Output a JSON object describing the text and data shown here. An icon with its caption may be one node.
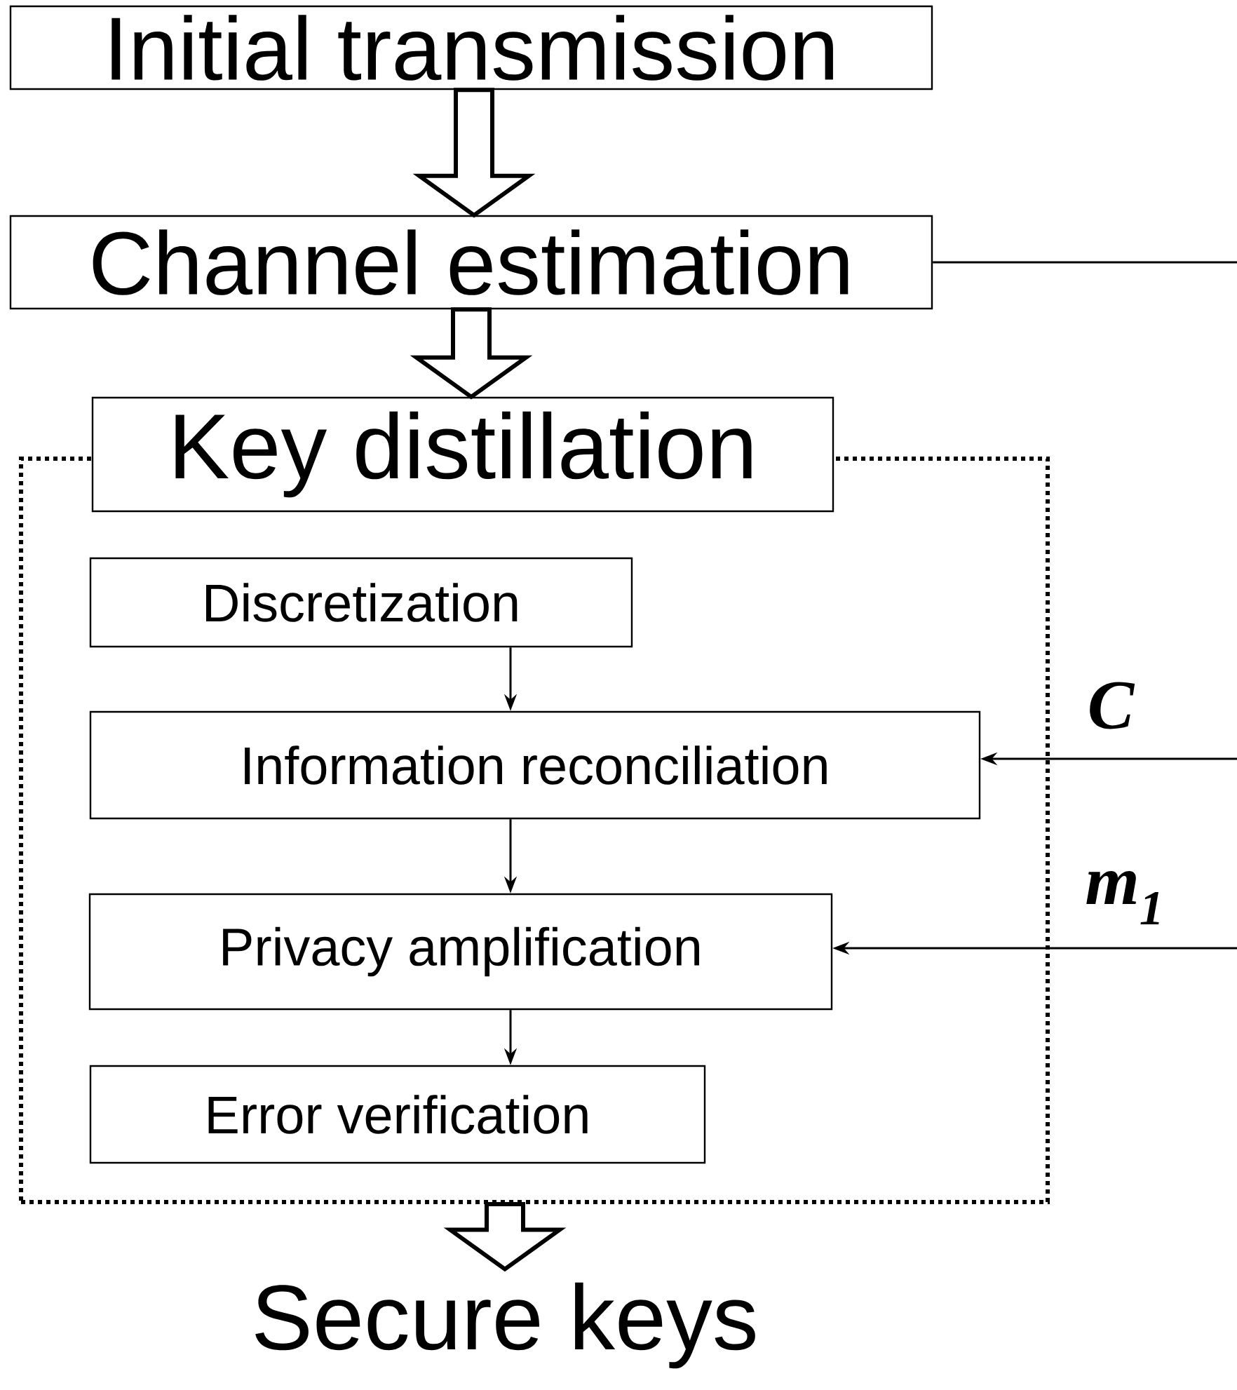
{
  "diagram": {
    "nodes": [
      {
        "text": [
          "Initial transmission"
        ]
      },
      {
        "text": [
          "Channel estimation"
        ]
      },
      {
        "text": [],
        "shape": "box"
      },
      {
        "text": [
          "Key distillation"
        ]
      },
      {
        "text": [
          "Discretization"
        ],
        "in": 2
      },
      {
        "text": [
          "Information reconciliation"
        ],
        "in": 2
      },
      {
        "text": [
          "Privacy amplification"
        ],
        "in": 2
      },
      {
        "text": [
          "Error verification"
        ],
        "in": 2
      },
      {
        "text": [
          "Secure keys"
        ]
      }
    ],
    "edges": [
      {
        "from": 0,
        "to": 1,
        "arrow": "to",
        "style": "thick"
      },
      {
        "from": 1,
        "to": 3,
        "arrow": "to",
        "style": "thick"
      },
      {
        "from": 4,
        "to": 5,
        "arrow": "to"
      },
      {
        "from": 5,
        "to": 6,
        "arrow": "to"
      },
      {
        "from": 6,
        "to": 7,
        "arrow": "to"
      },
      {
        "from": 2,
        "to": 8,
        "arrow": "to",
        "style": "thick"
      },
      {
        "from": 1,
        "to": null,
        "arrow": "none"
      },
      {
        "from": null,
        "to": 5,
        "arrow": "to",
        "label": "C"
      },
      {
        "from": null,
        "to": 6,
        "arrow": "to",
        "label": "m$_{1}$"
      }
    ]
  }
}
